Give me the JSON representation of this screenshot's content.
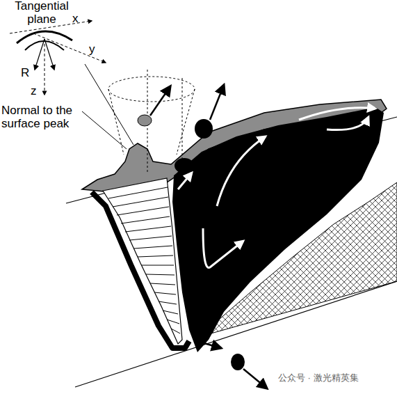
{
  "diagram": {
    "labels": [
      "Tangential plane",
      "x",
      "y",
      "R",
      "z",
      "Normal to the surface peak",
      "公众号 · 激光精英集"
    ]
  }
}
